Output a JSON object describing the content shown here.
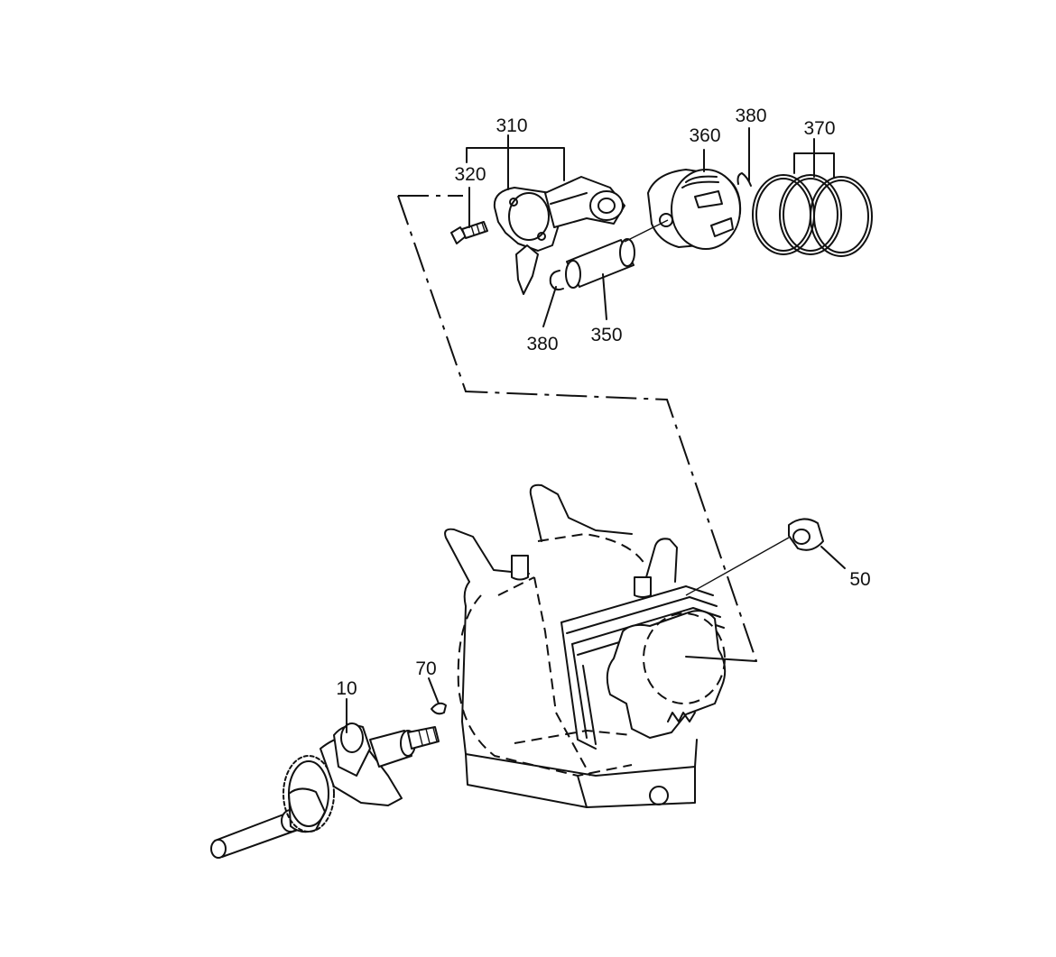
{
  "labels": {
    "p310": "310",
    "p320": "320",
    "p360": "360",
    "p380_top": "380",
    "p370": "370",
    "p380_bottom": "380",
    "p350": "350",
    "p50": "50",
    "p70": "70",
    "p10": "10"
  }
}
